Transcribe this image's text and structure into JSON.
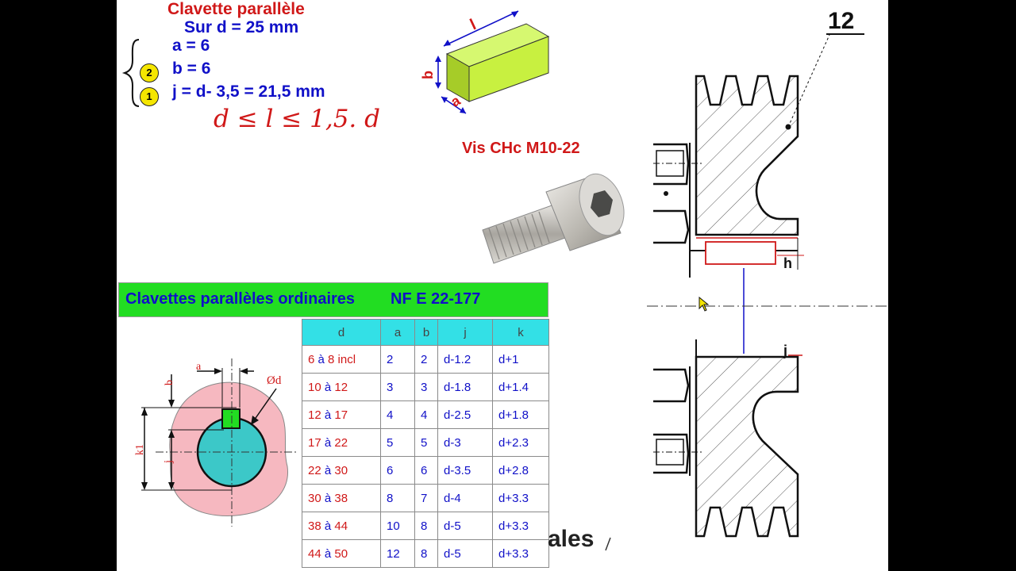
{
  "key_spec": {
    "title": "Clavette parallèle",
    "subtitle": "Sur d = 25 mm",
    "line_a": "a = 6",
    "line_b": "b = 6",
    "line_j": "j = d- 3,5 = 21,5 mm",
    "formula": "d ≤ l ≤ 1,5. d",
    "marker_2": "2",
    "marker_1": "1"
  },
  "key_sketch": {
    "label_l": "l",
    "label_b": "b",
    "label_a": "a"
  },
  "screw": {
    "label": "Vis CHc M10-22"
  },
  "table": {
    "title_left": "Clavettes parallèles ordinaires",
    "title_right": "NF E 22-177",
    "columns": [
      "d",
      "a",
      "b",
      "j",
      "k"
    ],
    "rows": [
      {
        "d_from": "6",
        "d_sep": "à",
        "d_to": "8 incl",
        "a": "2",
        "b": "2",
        "j": "d-1.2",
        "k": "d+1"
      },
      {
        "d_from": "10",
        "d_sep": "à",
        "d_to": "12",
        "a": "3",
        "b": "3",
        "j": "d-1.8",
        "k": "d+1.4"
      },
      {
        "d_from": "12",
        "d_sep": "à",
        "d_to": "17",
        "a": "4",
        "b": "4",
        "j": "d-2.5",
        "k": "d+1.8"
      },
      {
        "d_from": "17",
        "d_sep": "à",
        "d_to": "22",
        "a": "5",
        "b": "5",
        "j": "d-3",
        "k": "d+2.3"
      },
      {
        "d_from": "22",
        "d_sep": "à",
        "d_to": "30",
        "a": "6",
        "b": "6",
        "j": "d-3.5",
        "k": "d+2.8"
      },
      {
        "d_from": "30",
        "d_sep": "à",
        "d_to": "38",
        "a": "8",
        "b": "7",
        "j": "d-4",
        "k": "d+3.3"
      },
      {
        "d_from": "38",
        "d_sep": "à",
        "d_to": "44",
        "a": "10",
        "b": "8",
        "j": "d-5",
        "k": "d+3.3"
      },
      {
        "d_from": "44",
        "d_sep": "à",
        "d_to": "50",
        "a": "12",
        "b": "8",
        "j": "d-5",
        "k": "d+3.3"
      }
    ]
  },
  "section_drawing": {
    "labels": {
      "a": "a",
      "b": "b",
      "d": "Ød",
      "j": "j",
      "k": "k1"
    }
  },
  "assembly": {
    "part_number": "12",
    "label_h": "h",
    "label_j": "j",
    "partial_text": "ales"
  },
  "colors": {
    "key_green": "#c8f040",
    "header_green": "#22dd22",
    "col_header_cyan": "#33e0e6",
    "shaft_cyan": "#3cc8c8",
    "hub_pink": "#f6b8c0",
    "text_blue": "#1010c8",
    "text_red": "#d01818"
  }
}
